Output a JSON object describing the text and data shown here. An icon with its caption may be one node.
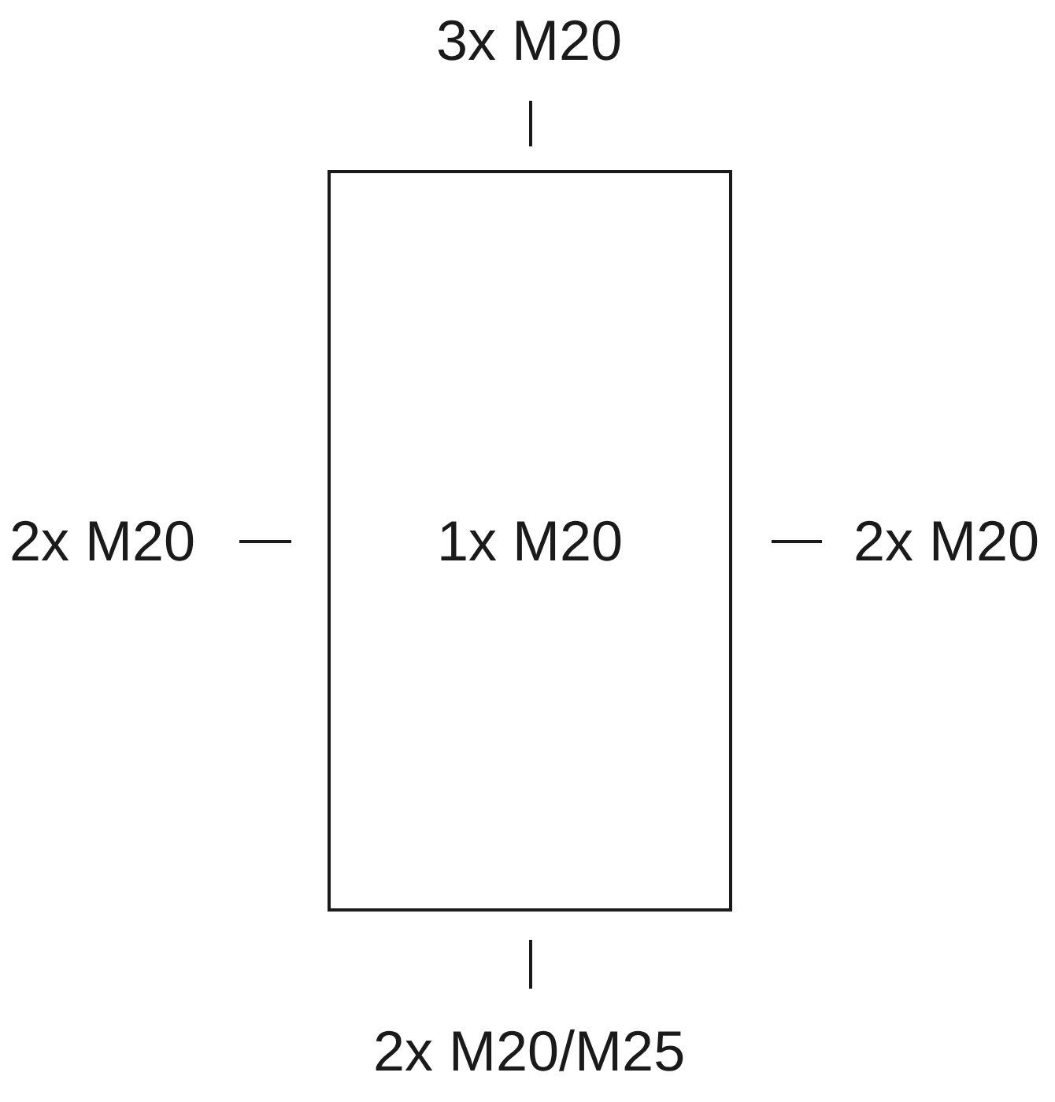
{
  "diagram": {
    "nodes": [
      {
        "text": [
          "1x M20"
        ]
      }
    ],
    "labels": [
      "3x M20",
      "2x M20",
      "2x M20",
      "2x M20/M25"
    ]
  }
}
